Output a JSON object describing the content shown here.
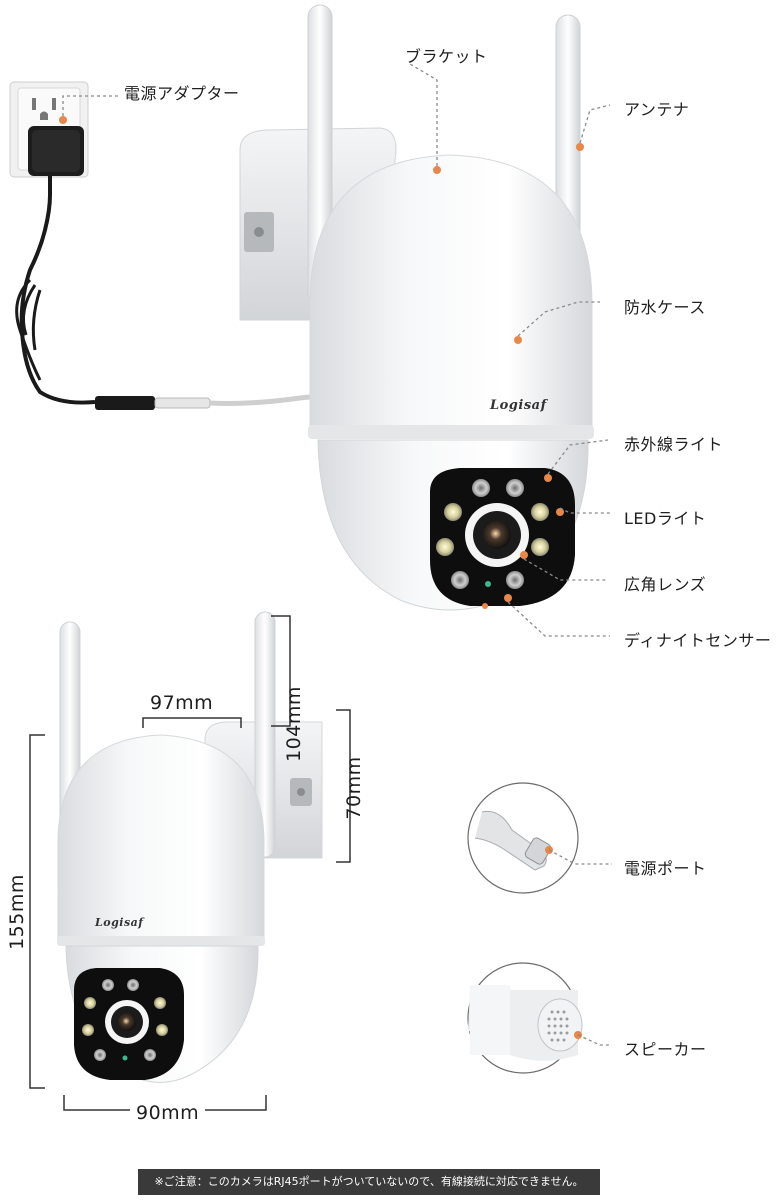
{
  "labels": {
    "power_adapter": "電源アダプター",
    "bracket": "ブラケット",
    "antenna": "アンテナ",
    "waterproof_case": "防水ケース",
    "infrared_light": "赤外線ライト",
    "led_light": "LEDライト",
    "wide_lens": "広角レンズ",
    "day_night_sensor": "ディナイトセンサー",
    "power_port": "電源ポート",
    "speaker": "スピーカー"
  },
  "brand": "Logisaf",
  "dimensions": {
    "top_width": "97mm",
    "bracket_height": "104mm",
    "mount_height": "70mm",
    "total_height": "155mm",
    "bottom_width": "90mm"
  },
  "footer_note": "※ご注意：このカメラはRJ45ポートがついていないので、有線接続に対応できません。",
  "colors": {
    "callout_dot": "#e8874a",
    "leader_line": "#8a8a8a",
    "note_background": "#3a3a3a"
  }
}
